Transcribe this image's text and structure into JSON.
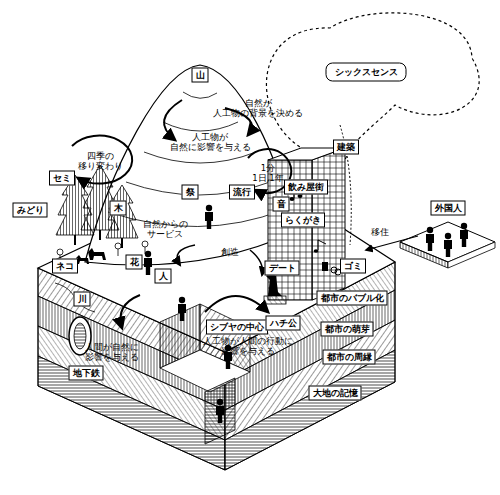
{
  "diagram": {
    "nodes": [
      {
        "text": [
          "シックスセンス"
        ]
      },
      {
        "text": [
          "山"
        ]
      },
      {
        "text": [
          "建築"
        ]
      },
      {
        "text": [
          "セミ"
        ]
      },
      {
        "text": [
          "みどり"
        ]
      },
      {
        "text": [
          "木"
        ]
      },
      {
        "text": [
          "祭"
        ]
      },
      {
        "text": [
          "流行"
        ]
      },
      {
        "text": [
          "飲み屋街"
        ]
      },
      {
        "text": [
          "音"
        ]
      },
      {
        "text": [
          "らくがき"
        ]
      },
      {
        "text": [
          "外国人"
        ]
      },
      {
        "text": [
          "ネコ"
        ]
      },
      {
        "text": [
          "花"
        ]
      },
      {
        "text": [
          "人"
        ]
      },
      {
        "text": [
          "シブヤの中心"
        ]
      },
      {
        "text": [
          "デート"
        ]
      },
      {
        "text": [
          "ゴミ"
        ]
      },
      {
        "text": [
          "ハチ公"
        ]
      },
      {
        "text": [
          "川"
        ]
      },
      {
        "text": [
          "地下鉄"
        ]
      },
      {
        "text": [
          "都市のバブル化"
        ]
      },
      {
        "text": [
          "都市の萌芽"
        ]
      },
      {
        "text": [
          "都市の周縁"
        ]
      },
      {
        "text": [
          "大地の記憶"
        ]
      }
    ],
    "labels": [
      "四季の 移り変わり",
      "自然が 人工物の背景を決める",
      "人工物が 自然に影響を与える",
      "1分 1日,1年",
      "移住",
      "自然からの サービス",
      "創造",
      "人間が自然に 影響を与える",
      "人工物が人間の行動に 影響を与える"
    ]
  }
}
